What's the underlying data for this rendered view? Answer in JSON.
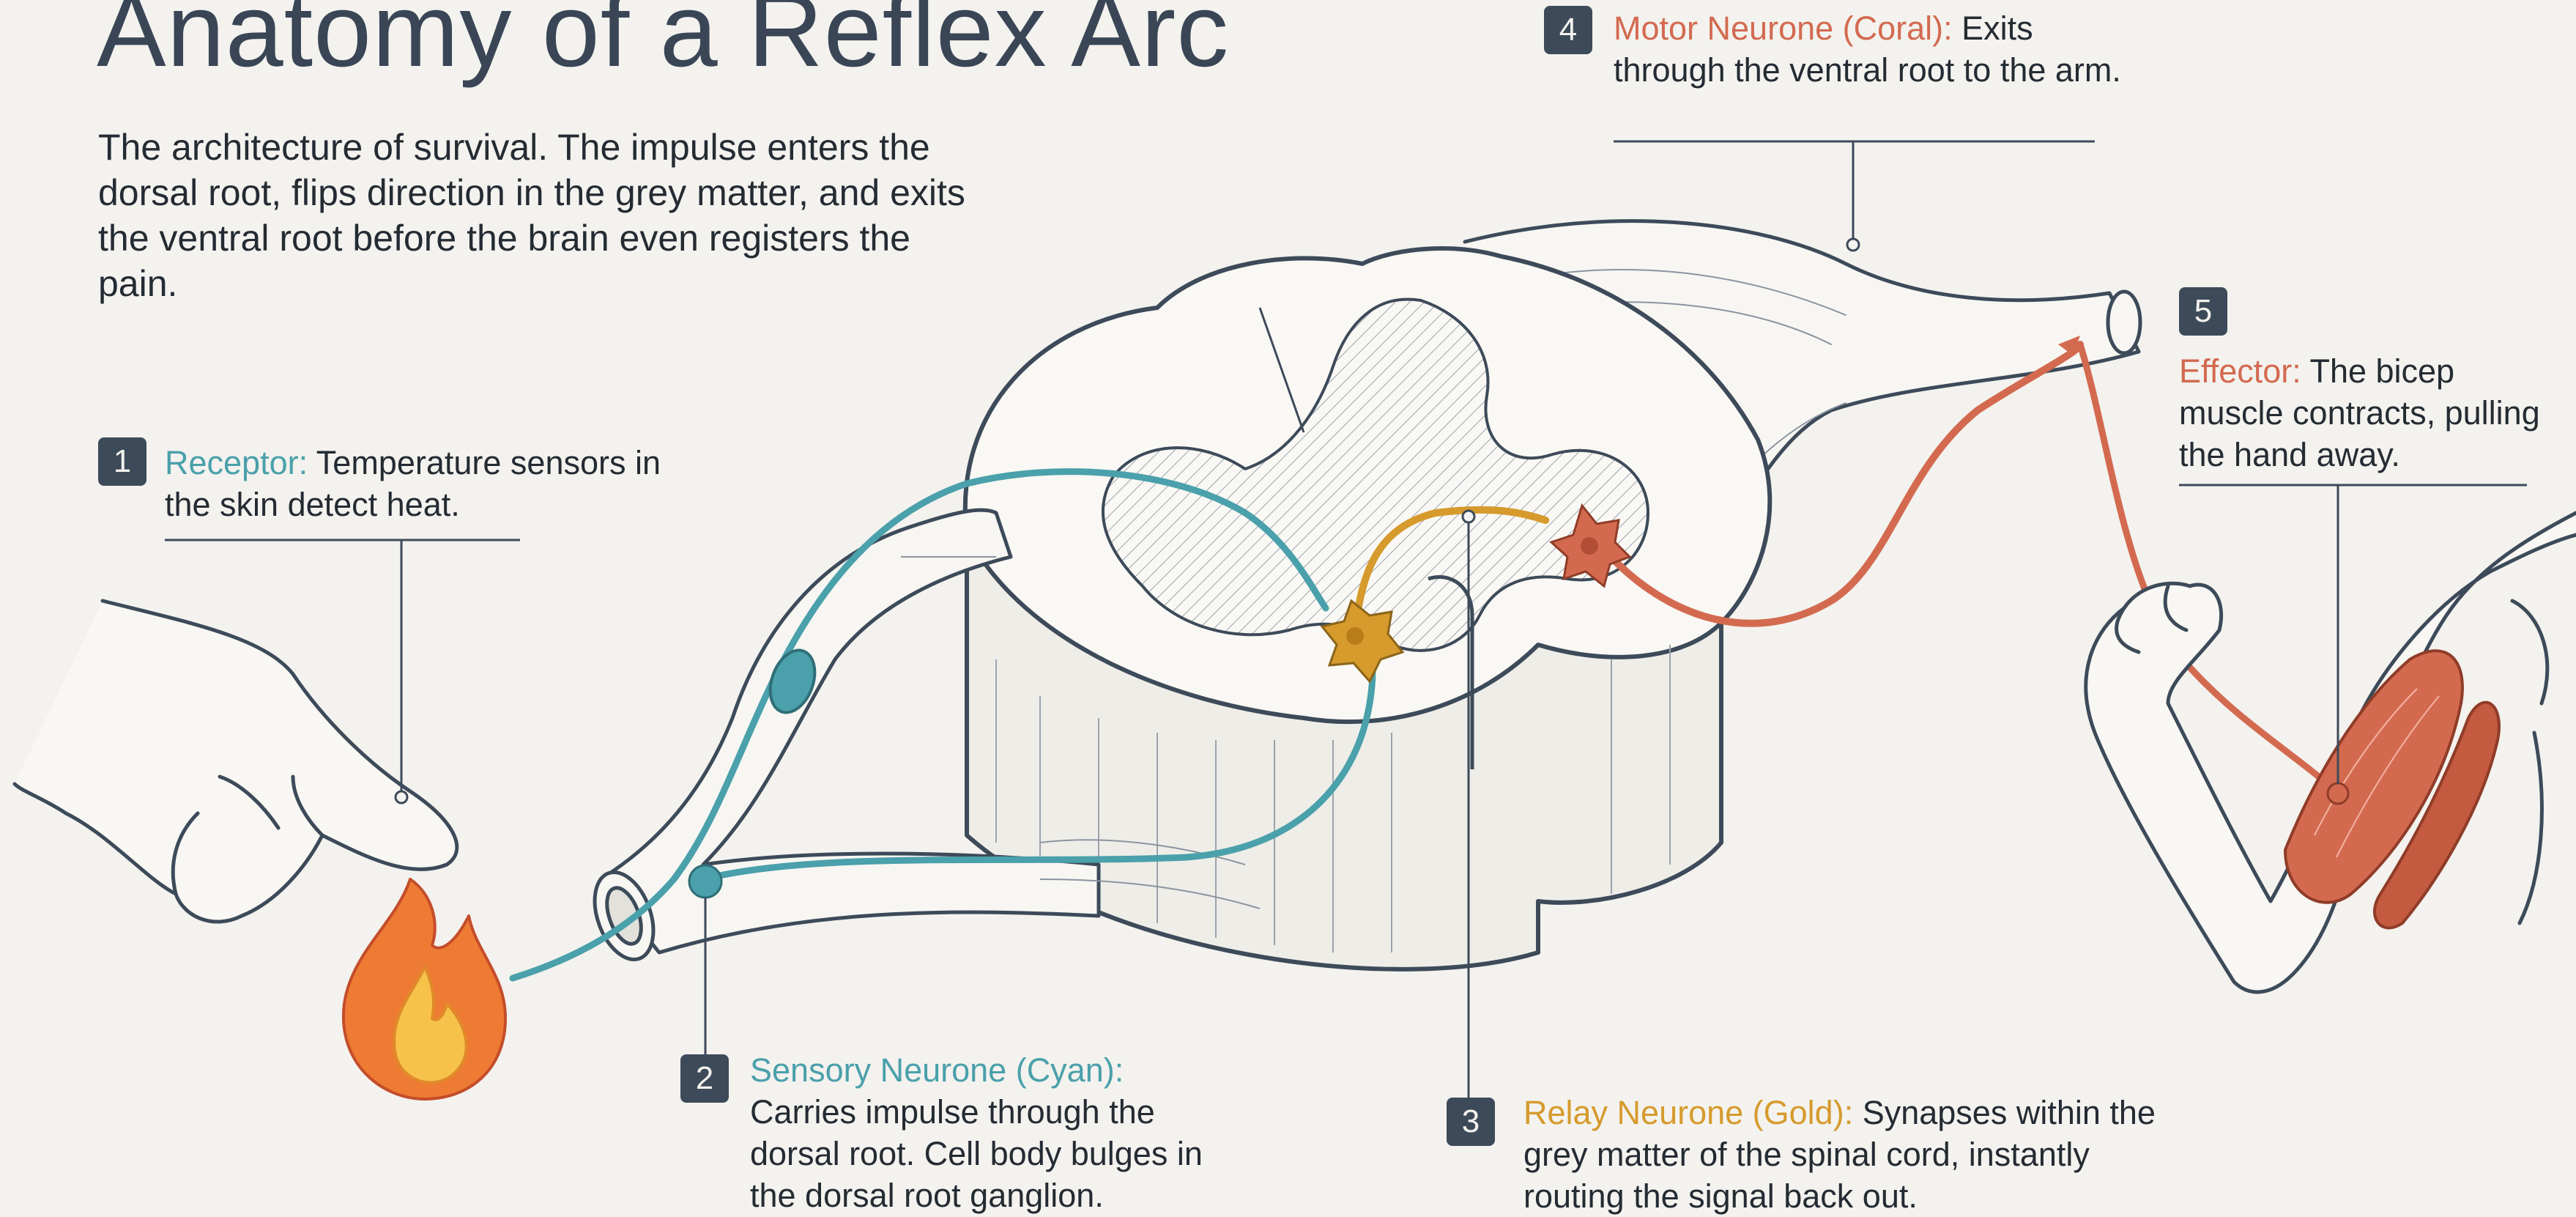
{
  "title": "Anatomy of a Reflex Arc",
  "intro": "The architecture of survival. The impulse enters the dorsal root, flips direction in the grey matter, and exits the ventral root before the brain even registers the pain.",
  "colors": {
    "background": "#f3f2ee",
    "sensory_cyan": "#4aa0ab",
    "relay_gold": "#d69a2d",
    "motor_coral": "#d36a50",
    "ink": "#3d4a59"
  },
  "callouts": [
    {
      "number": "1",
      "label": "Receptor:",
      "text": " Temperature sensors in the skin detect heat.",
      "color": "cyan"
    },
    {
      "number": "2",
      "label": "Sensory Neurone (Cyan):",
      "text": "Carries impulse through the dorsal root. Cell body bulges in the dorsal root ganglion.",
      "color": "cyan"
    },
    {
      "number": "3",
      "label": "Relay Neurone (Gold):",
      "text": " Synapses within the grey matter of the spinal cord, instantly routing the signal back out.",
      "color": "gold"
    },
    {
      "number": "4",
      "label": "Motor Neurone (Coral):",
      "text": " Exits through the ventral root to the arm.",
      "color": "coral"
    },
    {
      "number": "5",
      "label": "Effector:",
      "text": " The bicep muscle contracts, pulling the hand away.",
      "color": "coral"
    }
  ]
}
